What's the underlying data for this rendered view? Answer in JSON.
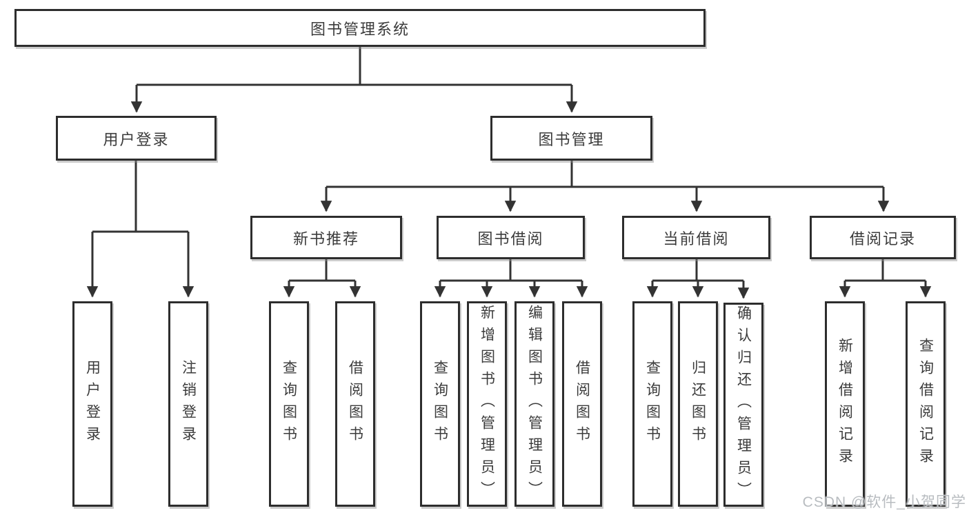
{
  "root": {
    "label": "图书管理系统"
  },
  "branches": [
    {
      "label": "用户登录",
      "leaves": [
        "用户登录",
        "注销登录"
      ]
    },
    {
      "label": "图书管理",
      "sections": [
        {
          "label": "新书推荐",
          "leaves": [
            "查询图书",
            "借阅图书"
          ]
        },
        {
          "label": "图书借阅",
          "leaves": [
            "查询图书",
            "新增图书（管理员）",
            "编辑图书（管理员）",
            "借阅图书"
          ]
        },
        {
          "label": "当前借阅",
          "leaves": [
            "查询图书",
            "归还图书",
            "确认归还（管理员）"
          ]
        },
        {
          "label": "借阅记录",
          "leaves": [
            "新增借阅记录",
            "查询借阅记录"
          ]
        }
      ]
    }
  ],
  "watermark": {
    "text": "CSDN @软件_小贺同学"
  },
  "colors": {
    "line": "#333333",
    "box_border": "#2d2d2d",
    "text": "#3b3b3b",
    "watermark": "#b8bcc0"
  }
}
